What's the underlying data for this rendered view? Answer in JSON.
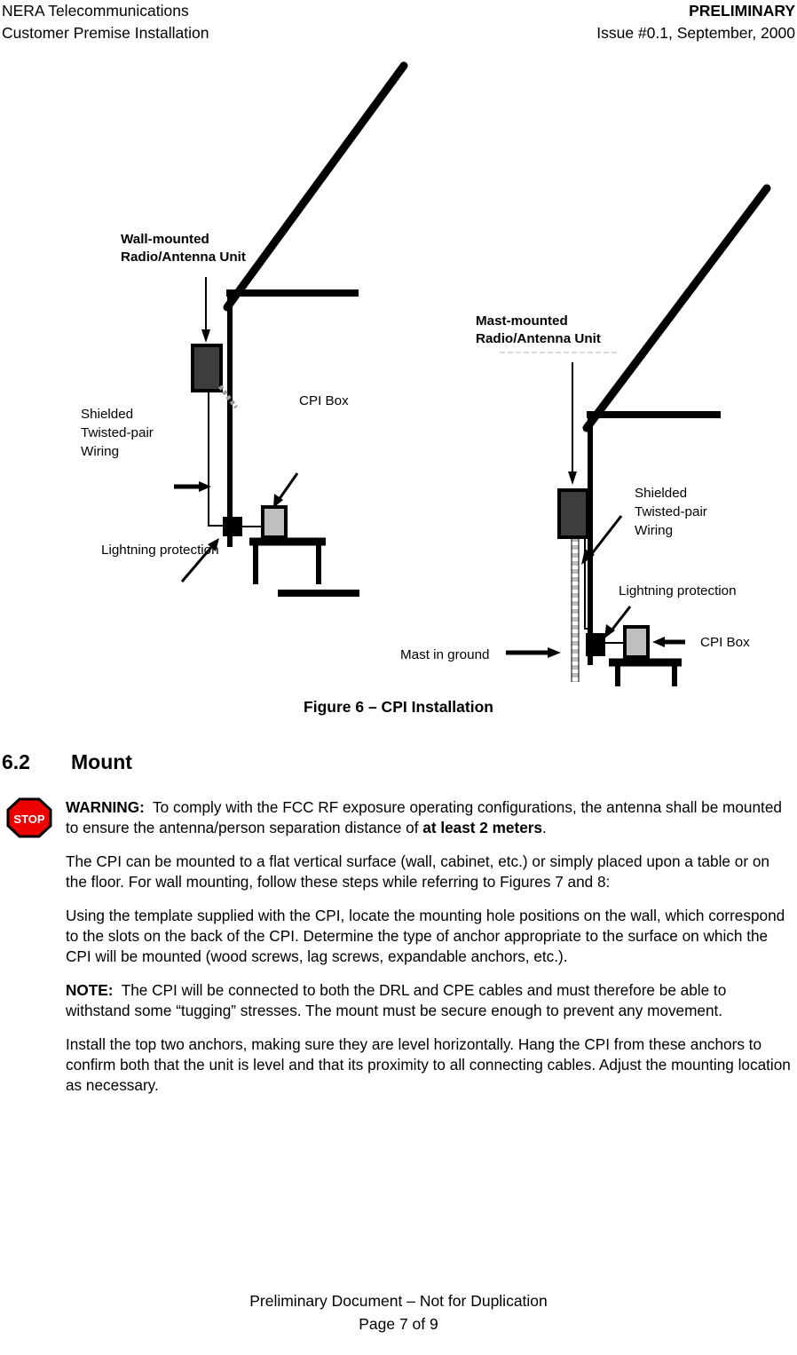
{
  "header": {
    "line1_left": "NERA Telecommunications",
    "line1_right": "PRELIMINARY",
    "line2_left": "Customer Premise Installation",
    "line2_right": "Issue #0.1, September, 2000"
  },
  "figure": {
    "caption": "Figure 6 – CPI Installation",
    "left_diagram": {
      "title_line1": "Wall-mounted",
      "title_line2": "Radio/Antenna Unit",
      "label_wiring_line1": "Shielded",
      "label_wiring_line2": "Twisted-pair",
      "label_wiring_line3": "Wiring",
      "label_cpi_box": "CPI Box",
      "label_lightning": "Lightning protection"
    },
    "right_diagram": {
      "title_line1": "Mast-mounted",
      "title_line2": "Radio/Antenna Unit",
      "label_wiring_line1": "Shielded",
      "label_wiring_line2": "Twisted-pair",
      "label_wiring_line3": "Wiring",
      "label_lightning": "Lightning protection",
      "label_cpi_box": "CPI Box",
      "label_mast": "Mast in ground"
    },
    "colors": {
      "radio_unit_fill": "#3d3d3d",
      "cpi_box_fill": "#bfbfbf",
      "stroke": "#000000"
    }
  },
  "section": {
    "number": "6.2",
    "title": "Mount"
  },
  "warning": {
    "icon_label": "STOP",
    "icon_fill": "#ee0000",
    "label": "WARNING:",
    "text_part1": "To comply with the FCC RF exposure operating configurations, the antenna shall be mounted to ensure the antenna/person separation distance of ",
    "text_bold": "at least 2 meters",
    "text_part2": "."
  },
  "paragraphs": {
    "p1": "The CPI can be mounted to a flat vertical surface (wall, cabinet, etc.) or simply placed upon a table or on the floor.  For wall mounting, follow these steps while referring to Figures 7 and 8:",
    "p2": "Using the template supplied with the CPI, locate the mounting hole positions on the wall, which correspond to the slots on the back of the CPI.  Determine the type of anchor appropriate to the surface on which the CPI will be mounted (wood screws, lag screws, expandable anchors, etc.).",
    "note_label": "NOTE:",
    "note_text": "The CPI will be connected to both the DRL and CPE cables and must therefore be able to withstand some “tugging” stresses.  The mount must be secure enough to prevent any movement.",
    "p4": "Install the top two anchors, making sure they are level horizontally.  Hang the CPI from these anchors to confirm both that the unit is level and that its proximity to all connecting cables.  Adjust the mounting location as necessary."
  },
  "footer": {
    "line1": "Preliminary Document – Not for Duplication",
    "line2": "Page 7 of 9"
  }
}
